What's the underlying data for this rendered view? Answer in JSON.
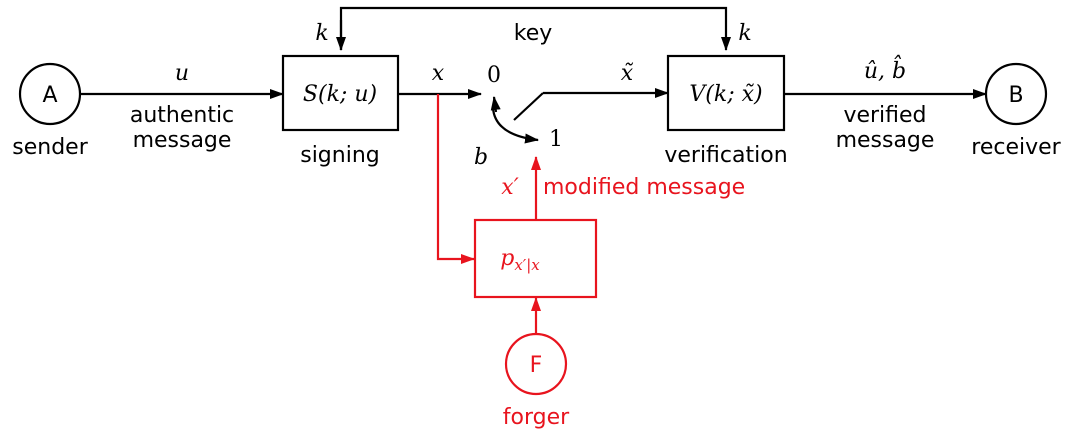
{
  "nodes": {
    "sender": {
      "letter": "A",
      "label": "sender"
    },
    "receiver": {
      "letter": "B",
      "label": "receiver"
    },
    "forger": {
      "letter": "F",
      "label": "forger"
    }
  },
  "blocks": {
    "signing": {
      "formula": "S(k; u)",
      "label": "signing"
    },
    "verification": {
      "formula": "V(k; x̃)",
      "label": "verification"
    },
    "channel": {
      "formula_main": "p",
      "formula_sub": "x′|x"
    }
  },
  "edges": {
    "key_label": "key",
    "k_left": "k",
    "k_right": "k",
    "u": "u",
    "authentic_line1": "authentic",
    "authentic_line2": "message",
    "x": "x",
    "x_tilde": "x̃",
    "output": "û, b̂",
    "verified_line1": "verified",
    "verified_line2": "message",
    "x_prime": "x′",
    "modified": "modified message"
  },
  "switch": {
    "pos0": "0",
    "pos1": "1",
    "control": "b"
  },
  "colors": {
    "main": "#000000",
    "attack": "#e8141e"
  }
}
